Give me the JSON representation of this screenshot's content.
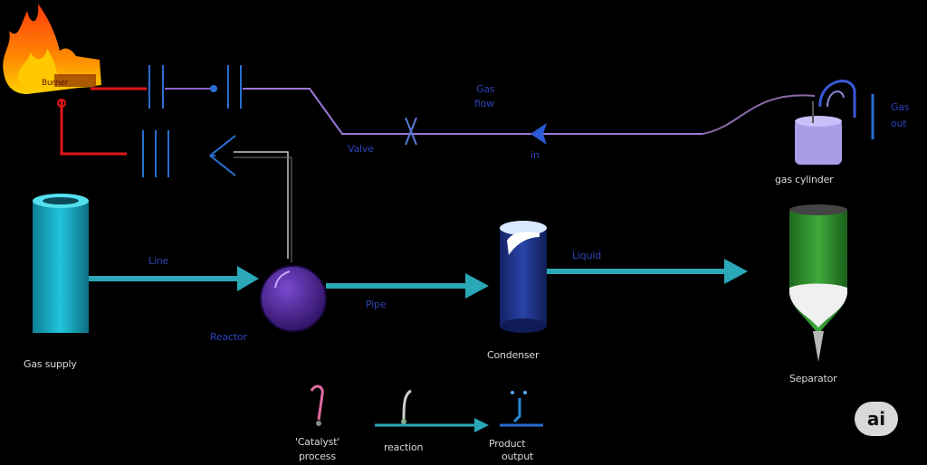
{
  "labels": {
    "flame_text": "Burner",
    "flow_top_1": "Gas",
    "flow_top_2": "flow",
    "valve_label": "Valve",
    "arrow_small_label": "in",
    "right_top_1": "Gas",
    "right_top_2": "out",
    "bottle_label": "gas cylinder",
    "left_tank_label": "Gas supply",
    "arrow1_label": "Line",
    "sphere_label": "Reactor",
    "arrow2_label": "Pipe",
    "column_label": "Condenser",
    "arrow3_label": "Liquid",
    "funnel_label": "Separator",
    "bottom1_label_1": "'Catalyst'",
    "bottom1_label_2": "process",
    "bottom2_label": "reaction",
    "bottom3_label_1": "Product",
    "bottom3_label_2": "output"
  },
  "badge": {
    "text": "ai"
  },
  "colors": {
    "cyan": "#1ab0c8",
    "purple": "#5a2aa0",
    "navy": "#1a2e7a",
    "green": "#2e8a2e",
    "red": "#e01818",
    "flame": "#ff6a00",
    "lilac": "#a89ee8"
  }
}
